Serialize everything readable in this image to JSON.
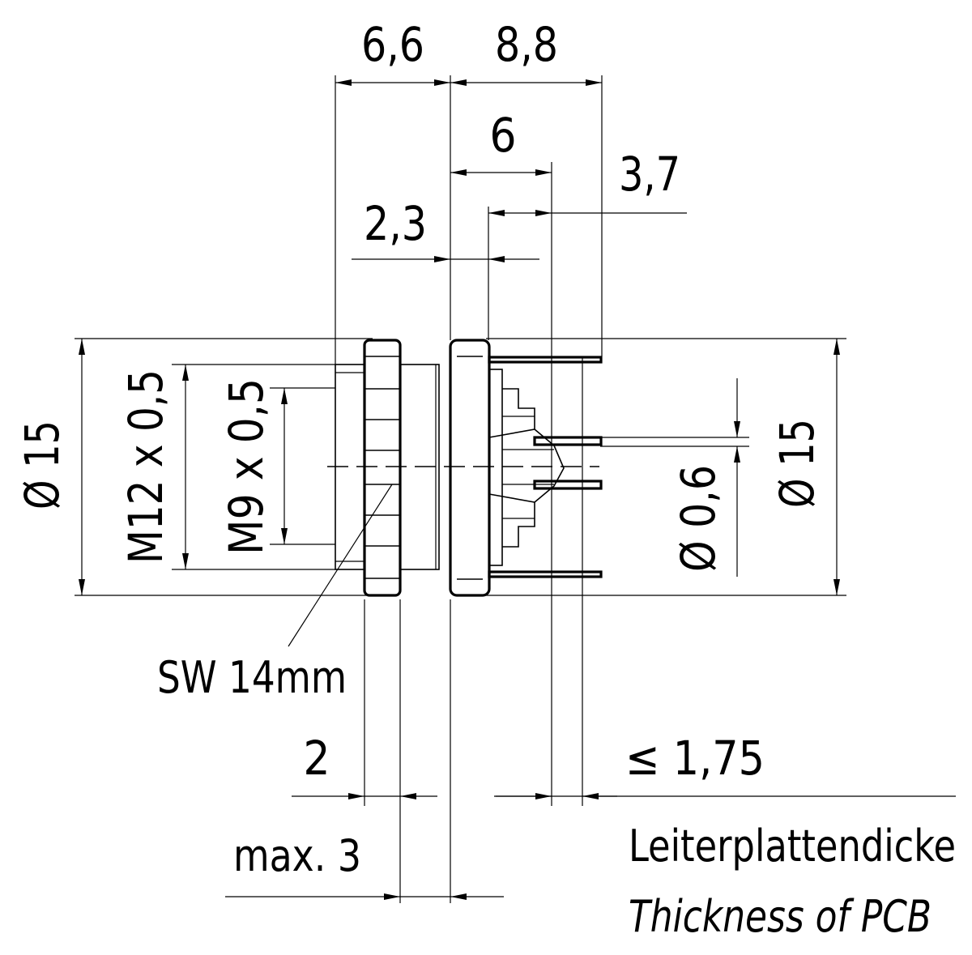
{
  "dimensions": {
    "d1": "6,6",
    "d2": "8,8",
    "d3": "6",
    "d4": "3,7",
    "d5": "2,3",
    "dia15_left": "Ø 15",
    "m12": "M12 x 0,5",
    "m9": "M9 x 0,5",
    "dia06": "Ø 0,6",
    "dia15_right": "Ø 15",
    "sw": "SW 14mm",
    "d2mm": "2",
    "pcb_max": "≤ 1,75",
    "max3": "max. 3"
  },
  "labels": {
    "pcb_de": "Leiterplattendicke",
    "pcb_en": "Thickness of PCB"
  }
}
